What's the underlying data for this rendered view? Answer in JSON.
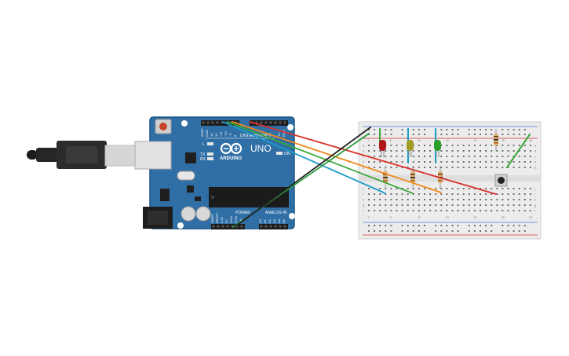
{
  "board": {
    "brand": "ARDUINO",
    "model": "UNO",
    "digital_label": "DIGITAL (PWM~)",
    "power_label": "POWER",
    "analog_label": "ANALOG IN",
    "led_l": "L",
    "led_tx": "TX",
    "led_rx": "RX",
    "led_on": "ON",
    "header_top_left": [
      "AREF",
      "GND",
      "13",
      "12",
      "~11",
      "~10",
      "~9",
      "8"
    ],
    "header_top_right": [
      "7",
      "~6",
      "~5",
      "4",
      "~3",
      "2",
      "TX 1",
      "RX 0"
    ],
    "header_power": [
      "IOREF",
      "RESET",
      "3.3V",
      "5V",
      "GND",
      "GND",
      "Vin"
    ],
    "header_analog": [
      "A0",
      "A1",
      "A2",
      "A3",
      "A4",
      "A5"
    ]
  },
  "breadboard": {
    "column_numbers": [
      "1",
      "5",
      "10",
      "15",
      "20",
      "25",
      "30"
    ],
    "row_letters": [
      "a",
      "b",
      "c",
      "d",
      "e",
      "f",
      "g",
      "h",
      "i",
      "j"
    ]
  },
  "colors": {
    "board": "#2f6fa6",
    "board_edge": "#1f5686",
    "usb_cable": "#2a2a2a",
    "wire_red": "#d9302a",
    "wire_orange": "#f08a1c",
    "wire_green": "#3aa63a",
    "wire_teal": "#1d9dc8",
    "wire_black": "#222222",
    "led_red": "#b0171b",
    "led_yellow": "#a49a26",
    "led_green": "#2aa02a"
  }
}
